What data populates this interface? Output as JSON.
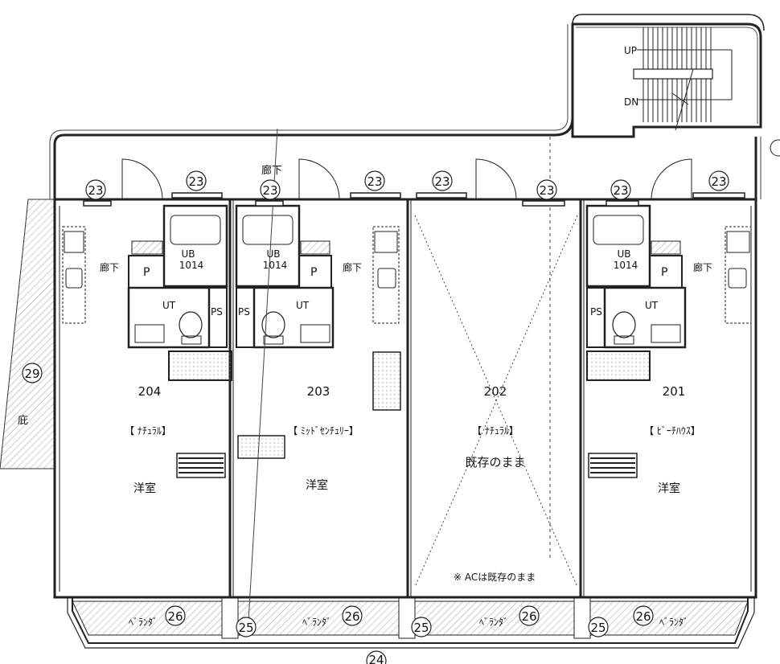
{
  "stairs": {
    "up": "UP",
    "down": "DN"
  },
  "corridor": {
    "label": "廊下"
  },
  "tag_codes": {
    "window": "23",
    "balcony_window": "25",
    "balcony": "26",
    "bottom_left": "24",
    "left_fence": "29"
  },
  "units": [
    {
      "id": "204",
      "number": "204",
      "style": "【 ﾅﾁｭﾗﾙ】",
      "room": "洋室",
      "bath": "UB",
      "bath_size": "1014",
      "toilet": "UT",
      "pantry": "P",
      "hall": "廊下"
    },
    {
      "id": "203",
      "number": "203",
      "style": "【 ﾐｯﾄﾞｾﾝﾁｭﾘｰ】",
      "room": "洋室",
      "bath": "UB",
      "bath_size": "1014",
      "toilet": "UT",
      "pantry": "P",
      "hall": "廊下",
      "ps": "PS"
    },
    {
      "id": "202",
      "number": "202",
      "style": "【 ﾅﾁｭﾗﾙ】",
      "room": "既存のまま"
    },
    {
      "id": "201",
      "number": "201",
      "style": "【 ﾋﾞｰﾁﾊｳｽ】",
      "room": "洋室",
      "bath": "UB",
      "bath_size": "1014",
      "toilet": "UT",
      "pantry": "P",
      "hall": "廊下",
      "ps": "PS"
    }
  ],
  "ps_204_203": "PS",
  "ac_note": "※ ACは既存のまま",
  "balcony_label": "ﾍﾞﾗﾝﾀﾞ",
  "left_yard": "庇"
}
